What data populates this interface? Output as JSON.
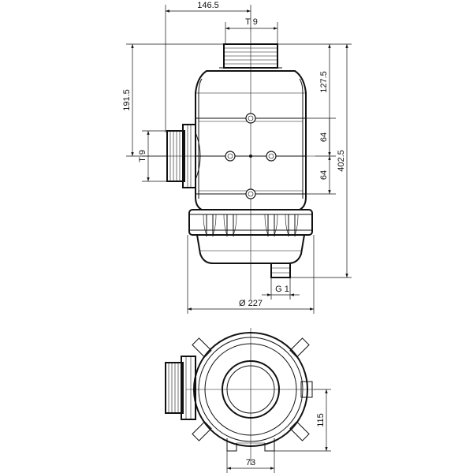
{
  "dimensions": {
    "top_width": "146.5",
    "top_thread": "T 9",
    "upper_height": "191.5",
    "side_thread": "T 9",
    "right_upper": "127.5",
    "right_mid_top": "64",
    "right_mid_bottom": "64",
    "total_height": "402.5",
    "drain_thread": "G 1",
    "diameter": "Ø 227",
    "bottom_width": "73",
    "bottom_height": "115"
  }
}
